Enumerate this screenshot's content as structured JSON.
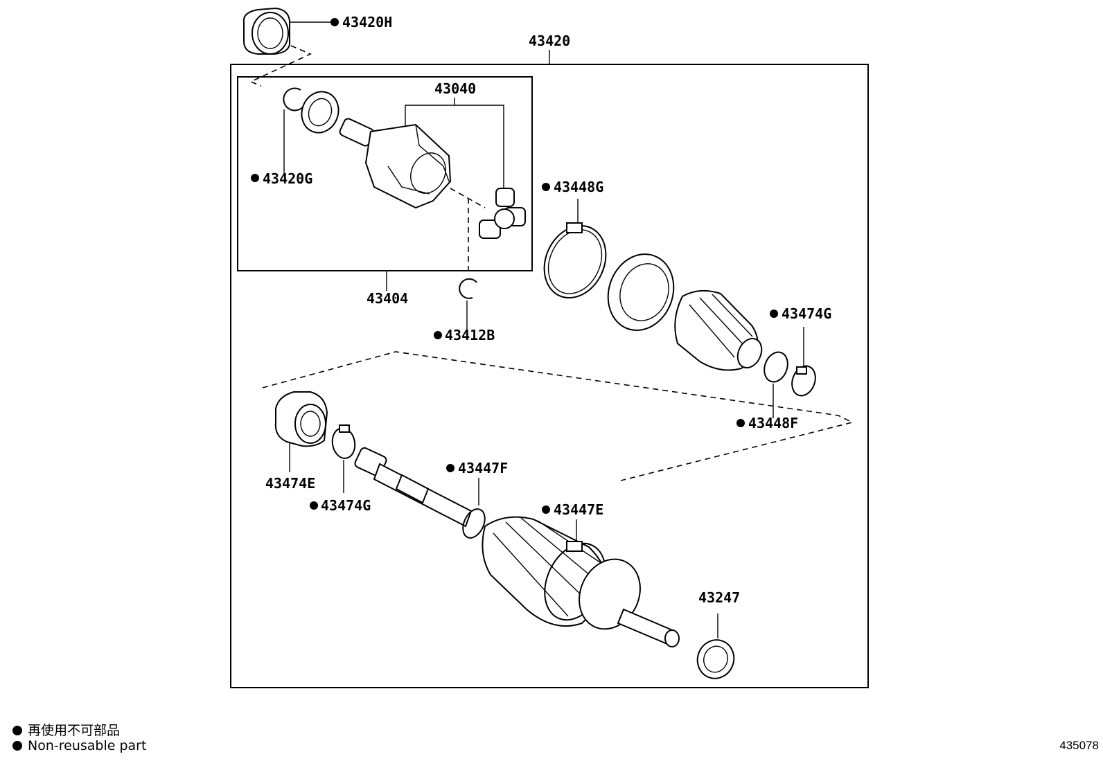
{
  "diagram_id": "435078",
  "legend": {
    "line1": "再使用不可部品",
    "line2": "Non-reusable part"
  },
  "parts": {
    "p43420H": "43420H",
    "p43420": "43420",
    "p43040": "43040",
    "p43420G": "43420G",
    "p43448G": "43448G",
    "p43404": "43404",
    "p43412B": "43412B",
    "p43474G_top": "43474G",
    "p43448F": "43448F",
    "p43474E": "43474E",
    "p43474G_bot": "43474G",
    "p43447F": "43447F",
    "p43447E": "43447E",
    "p43247": "43247"
  }
}
